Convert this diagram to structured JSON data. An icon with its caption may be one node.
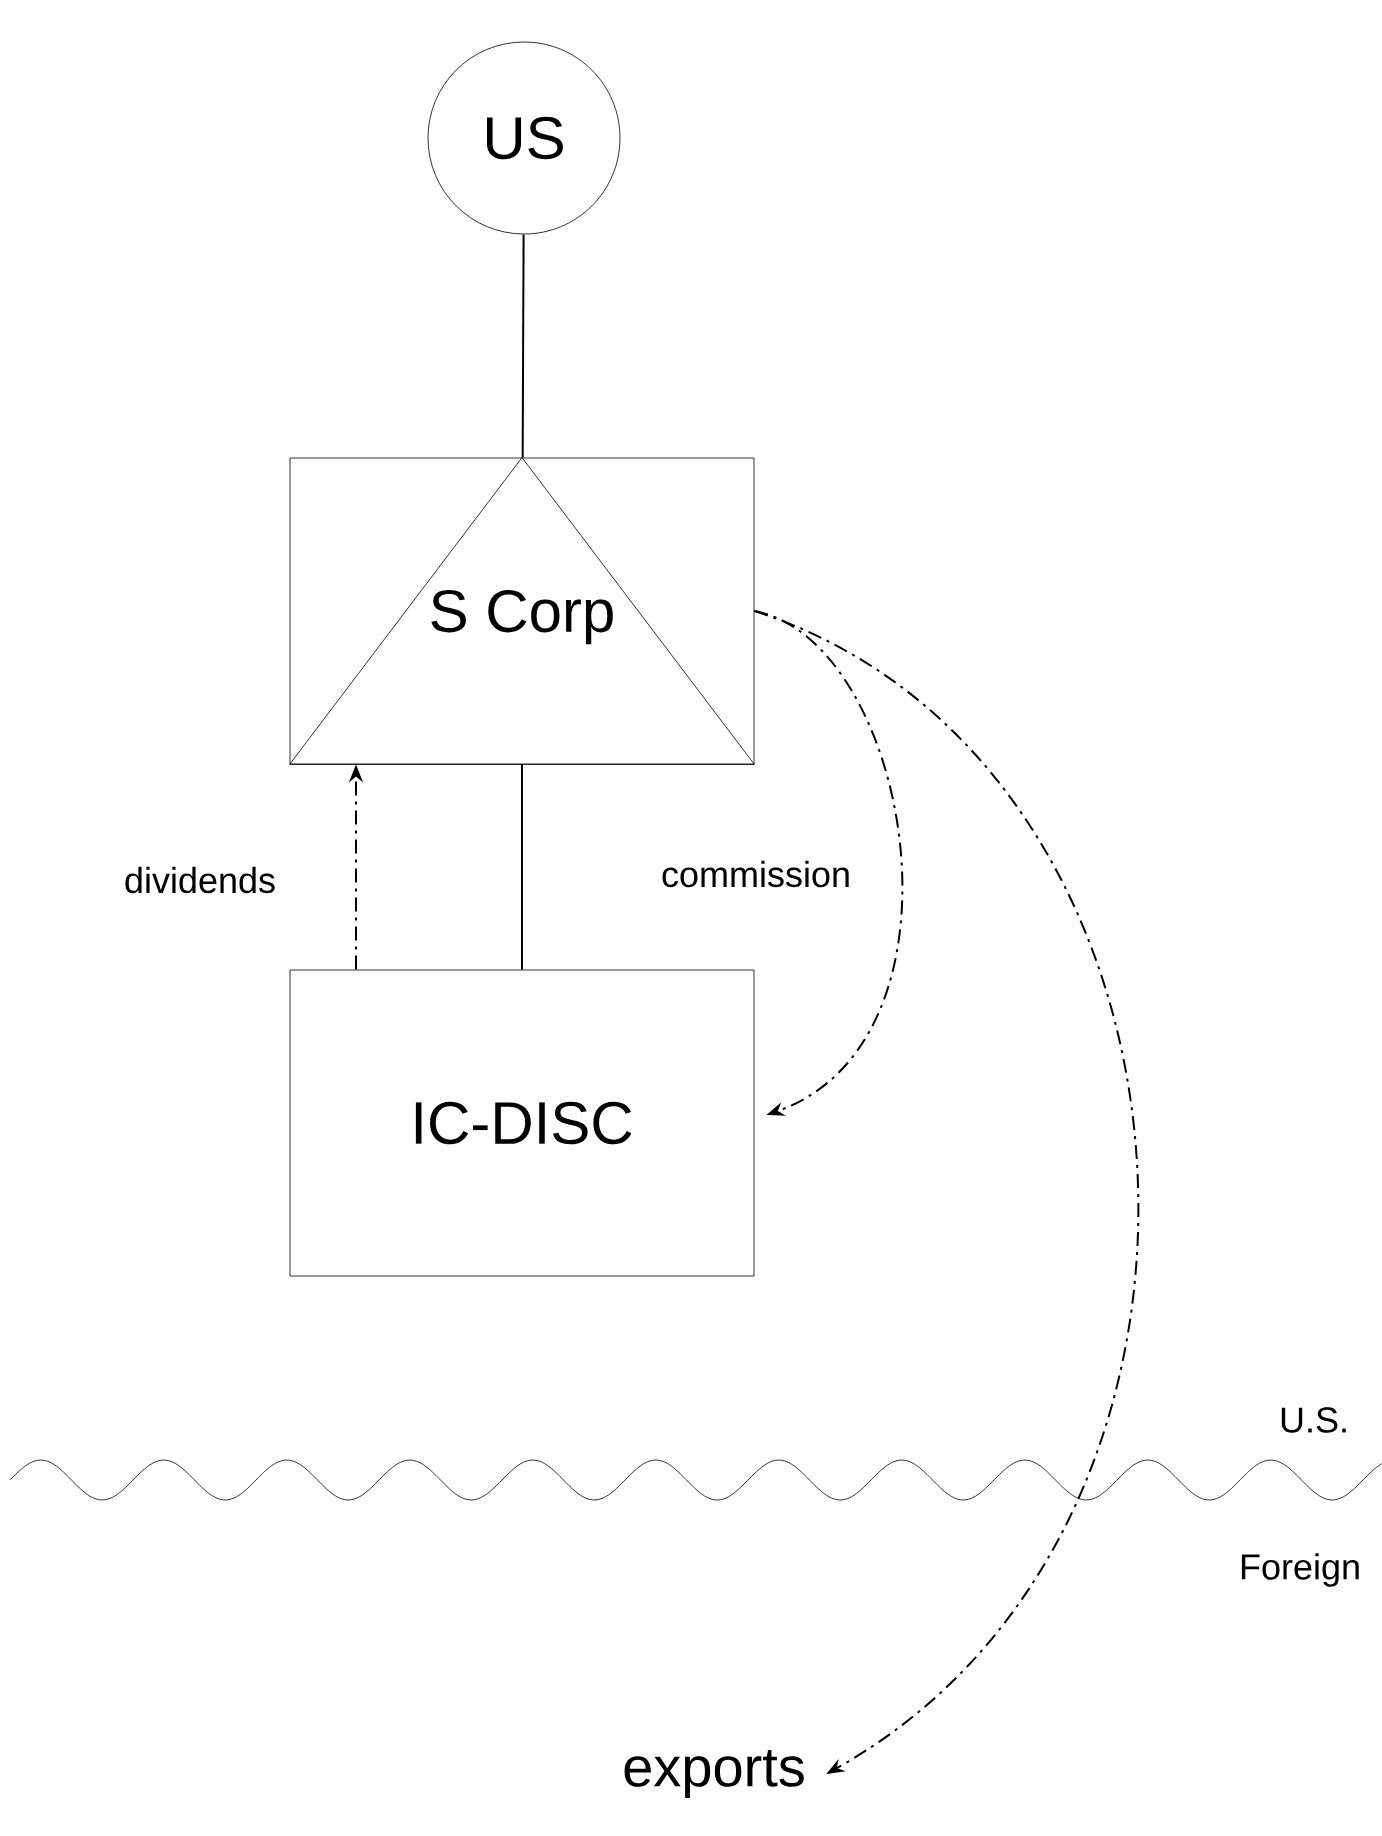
{
  "diagram": {
    "nodes": [
      {
        "text": [
          "US"
        ]
      },
      {
        "text": [
          "S Corp"
        ]
      },
      {
        "text": [
          "IC-DISC"
        ]
      },
      {
        "text": [
          "exports"
        ]
      }
    ],
    "edges": [
      {
        "from": 0,
        "to": 1,
        "arrow": "none"
      },
      {
        "from": 1,
        "to": 2,
        "arrow": "none"
      },
      {
        "from": 2,
        "to": 1,
        "arrow": "to",
        "style": "dashed",
        "label": "dividends"
      },
      {
        "from": 1,
        "to": 2,
        "arrow": "to",
        "style": "dashed",
        "label": "commission"
      },
      {
        "from": 1,
        "to": 3,
        "arrow": "to",
        "style": "dashed"
      }
    ],
    "labels": [
      "U.S.",
      "Foreign"
    ]
  }
}
